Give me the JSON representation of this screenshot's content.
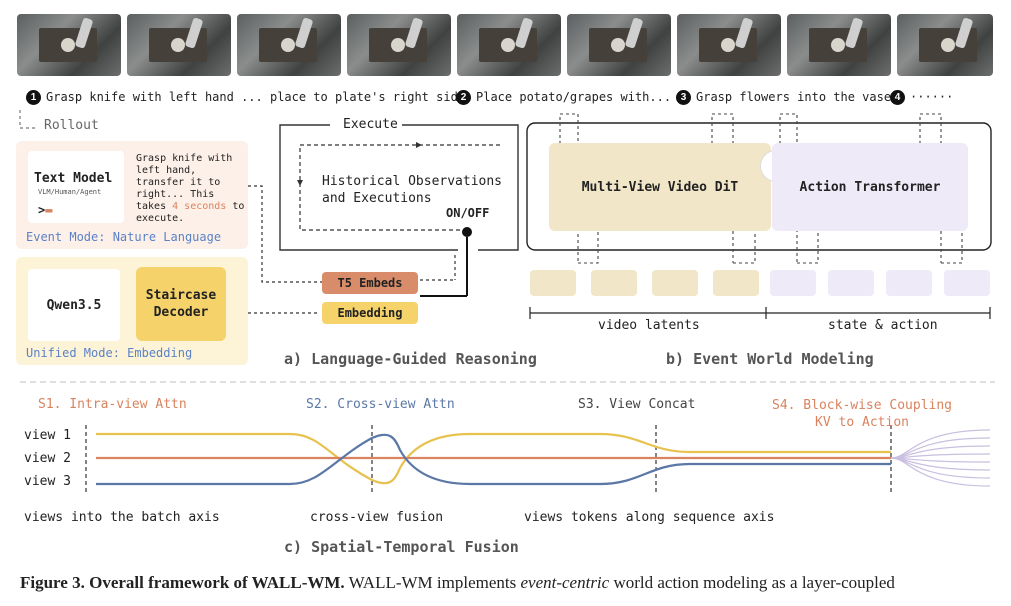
{
  "steps": [
    {
      "num": "1",
      "text": "Grasp knife with left hand ... place to plate's right side."
    },
    {
      "num": "2",
      "text": "Place potato/grapes with..."
    },
    {
      "num": "3",
      "text": "Grasp flowers into the vase."
    },
    {
      "num": "4",
      "text": "······"
    }
  ],
  "panel_a": {
    "rollout": "Rollout",
    "execute": "Execute",
    "history_line1": "Historical Observations",
    "history_line2": "and Executions",
    "onoff": "ON/OFF",
    "text_model_title": "Text Model",
    "text_model_sub": "VLM/Human/Agent",
    "text_model_prompt": "Grasp knife with left hand, transfer it to right... This takes",
    "prompt_highlight": "4 seconds",
    "prompt_tail": "to execute.",
    "event_mode": "Event Mode: Nature Language",
    "qwen": "Qwen3.5",
    "staircase_line1": "Staircase",
    "staircase_line2": "Decoder",
    "unified_mode": "Unified Mode: Embedding",
    "t5": "T5 Embeds",
    "embedding": "Embedding",
    "title": "a) Language-Guided Reasoning"
  },
  "panel_b": {
    "mv_dit": "Multi-View Video DiT",
    "action_tf": "Action Transformer",
    "video_latents": "video latents",
    "state_action": "state & action",
    "title": "b) Event World Modeling"
  },
  "panel_c": {
    "s1": "S1. Intra-view Attn",
    "s2": "S2. Cross-view Attn",
    "s3": "S3. View Concat",
    "s4_line1": "S4. Block-wise Coupling",
    "s4_line2": "KV to Action",
    "view1": "view 1",
    "view2": "view 2",
    "view3": "view 3",
    "batch": "views into the batch axis",
    "fusion": "cross-view fusion",
    "sequence": "views tokens along sequence axis",
    "title": "c) Spatial-Temporal Fusion"
  },
  "caption": {
    "label": "Figure 3. Overall framework of WALL-WM.",
    "text": " WALL-WM implements",
    "italic": "event-centric",
    "tail": " world action modeling as a layer-coupled"
  },
  "colors": {
    "yellow": "#e8c24f",
    "orange": "#d9835f",
    "blue": "#5a77a6",
    "purple_light": "#efeaf8",
    "beige": "#f1e6c8",
    "blue_label": "#5b82c7",
    "t5_fill": "#d98c6a"
  }
}
